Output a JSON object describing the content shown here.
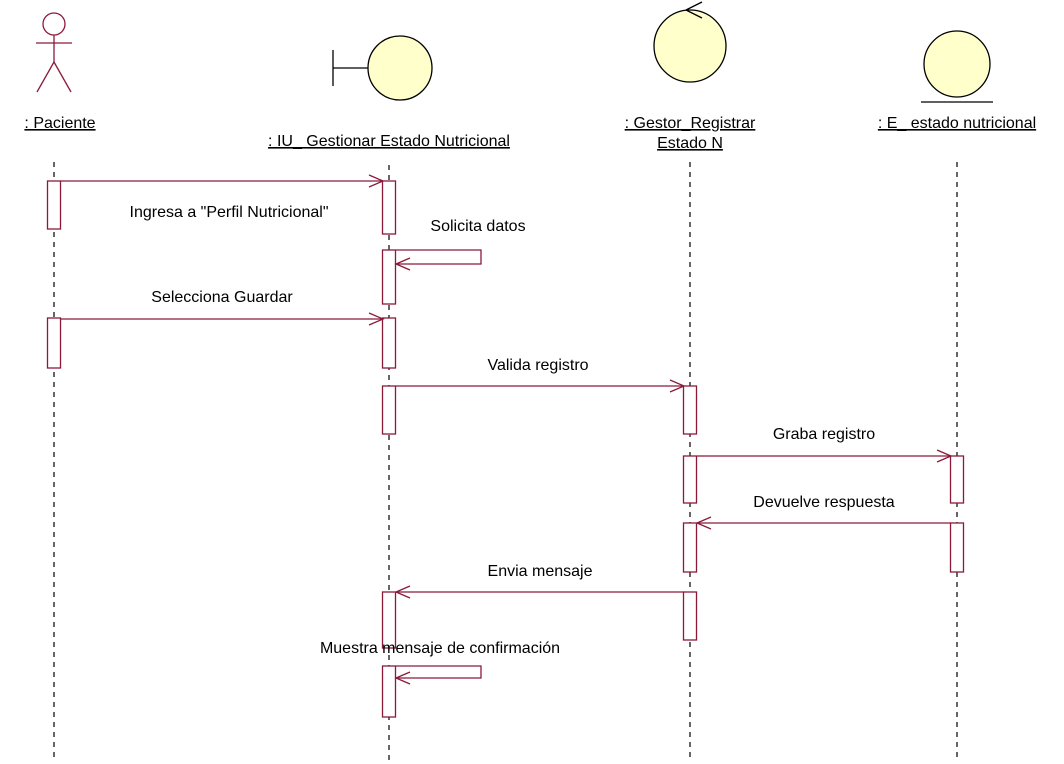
{
  "diagram": {
    "type": "uml-sequence",
    "colors": {
      "line": "#8b1a3a",
      "fill": "#ffffcc",
      "stroke_dark": "#8b1a3a",
      "lifeline": "#000000"
    },
    "lifelines": [
      {
        "id": "paciente",
        "kind": "actor",
        "name": ": Paciente",
        "name_lines": [
          ": Paciente"
        ]
      },
      {
        "id": "iu",
        "kind": "boundary",
        "name": ": IU_ Gestionar Estado Nutricional",
        "name_lines": [
          ": IU_ Gestionar Estado Nutricional"
        ]
      },
      {
        "id": "gestor",
        "kind": "control",
        "name": ": Gestor_Registrar Estado N",
        "name_lines": [
          ": Gestor_Registrar",
          "Estado N"
        ]
      },
      {
        "id": "entidad",
        "kind": "entity",
        "name": ": E_ estado nutricional",
        "name_lines": [
          ": E_ estado nutricional"
        ]
      }
    ],
    "messages": [
      {
        "from": "paciente",
        "to": "iu",
        "label": "Ingresa a \"Perfil Nutricional\""
      },
      {
        "from": "iu",
        "to": "iu",
        "label": "Solicita datos"
      },
      {
        "from": "paciente",
        "to": "iu",
        "label": "Selecciona Guardar"
      },
      {
        "from": "iu",
        "to": "gestor",
        "label": "Valida registro"
      },
      {
        "from": "gestor",
        "to": "entidad",
        "label": "Graba registro"
      },
      {
        "from": "entidad",
        "to": "gestor",
        "label": "Devuelve  respuesta"
      },
      {
        "from": "gestor",
        "to": "iu",
        "label": "Envia mensaje"
      },
      {
        "from": "iu",
        "to": "iu",
        "label": "Muestra mensaje de confirmación"
      }
    ]
  }
}
